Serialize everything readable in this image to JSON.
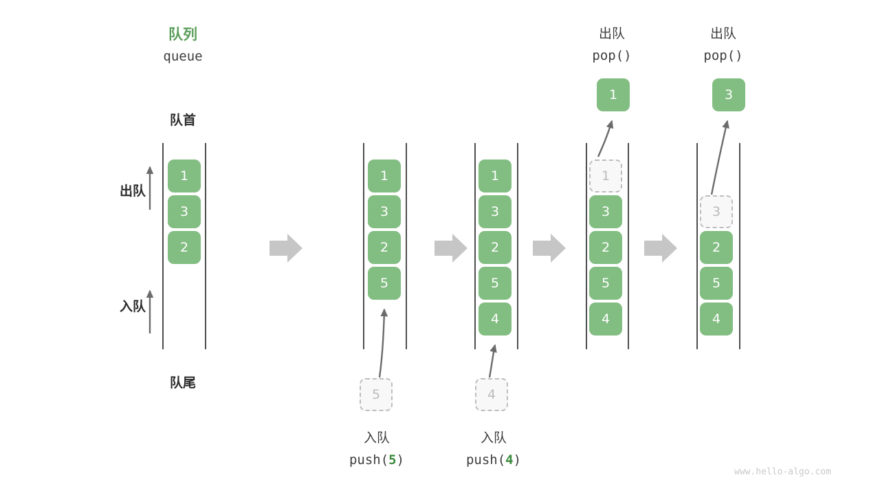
{
  "meta": {
    "title_cn": "队列",
    "title_en": "queue",
    "watermark": "www.hello-algo.com"
  },
  "legend": {
    "head_label": "队首",
    "tail_label": "队尾",
    "dequeue_label": "出队",
    "enqueue_label": "入队",
    "arrow_up_icon": "arrow-up-icon"
  },
  "colors": {
    "accent_green": "#5a9e5a",
    "cell_green": "#82bd82",
    "ghost_fill": "#f8f8f8",
    "ghost_border": "#bdbdbd",
    "rail": "#4d4d4d",
    "step_arrow": "#c6c6c6",
    "text": "#3c3c3c",
    "watermark": "#c9c9c9"
  },
  "panels": [
    {
      "id": "panel-initial",
      "top_label_cn": "",
      "top_label_code": "",
      "cells": [
        "1",
        "3",
        "2"
      ],
      "ghost": null,
      "popped": null,
      "pushed": null,
      "op_label_cn": "",
      "op_label_code": "",
      "op_arg": ""
    },
    {
      "id": "panel-push-5",
      "top_label_cn": "",
      "top_label_code": "",
      "cells": [
        "1",
        "3",
        "2",
        "5"
      ],
      "ghost": "5",
      "popped": null,
      "pushed": "5",
      "op_label_cn": "入队",
      "op_label_code_prefix": "push(",
      "op_arg": "5",
      "op_label_code_suffix": ")"
    },
    {
      "id": "panel-push-4",
      "top_label_cn": "",
      "top_label_code": "",
      "cells": [
        "1",
        "3",
        "2",
        "5",
        "4"
      ],
      "ghost": "4",
      "popped": null,
      "pushed": "4",
      "op_label_cn": "入队",
      "op_label_code_prefix": "push(",
      "op_arg": "4",
      "op_label_code_suffix": ")"
    },
    {
      "id": "panel-pop-1",
      "top_label_cn": "出队",
      "top_label_code": "pop()",
      "cells": [
        "3",
        "2",
        "5",
        "4"
      ],
      "ghost": "1",
      "popped": "1",
      "pushed": null,
      "op_label_cn": "",
      "op_label_code": "",
      "op_arg": ""
    },
    {
      "id": "panel-pop-3",
      "top_label_cn": "出队",
      "top_label_code": "pop()",
      "cells": [
        "2",
        "5",
        "4"
      ],
      "ghost": "3",
      "popped": "3",
      "pushed": null,
      "op_label_cn": "",
      "op_label_code": "",
      "op_arg": ""
    }
  ],
  "step_arrows": [
    {
      "name": "step-arrow-1"
    },
    {
      "name": "step-arrow-2"
    },
    {
      "name": "step-arrow-3"
    },
    {
      "name": "step-arrow-4"
    }
  ]
}
